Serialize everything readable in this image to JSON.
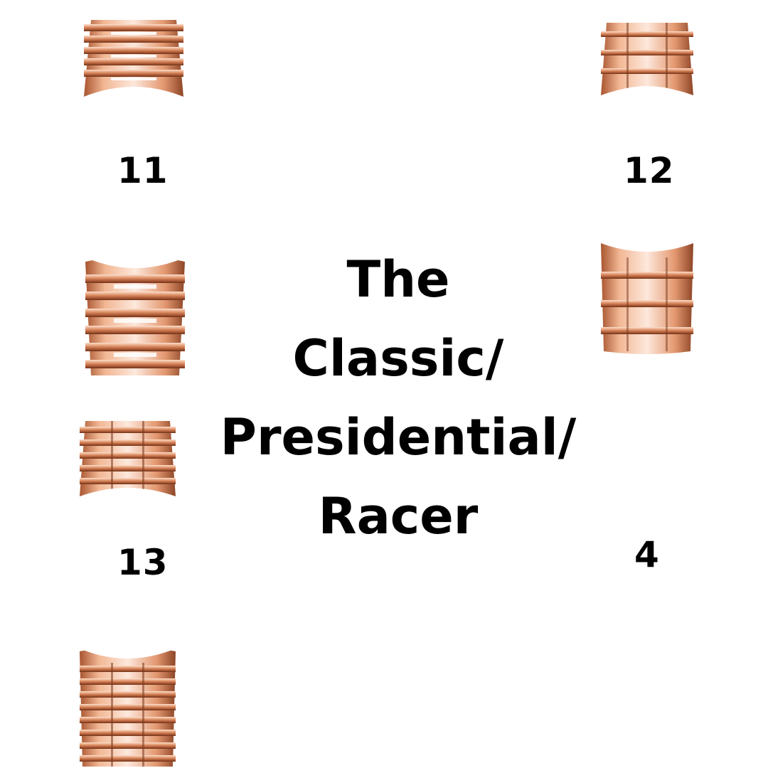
{
  "title_lines": [
    "The",
    "Classic/",
    "Presidential/",
    "Racer"
  ],
  "labels": {
    "n11": "11",
    "n12": "12",
    "n13": "13",
    "n4": "4"
  },
  "colors": {
    "background": "#ffffff",
    "text": "#000000",
    "metal_dark": "#7a3a1e",
    "metal_mid": "#c9764e",
    "metal_light": "#fbe1d0"
  },
  "images": [
    "rose-gold-presidential-bracelet",
    "rose-gold-oyster-bracelet",
    "rose-gold-presidential-bracelet",
    "rose-gold-racer-bracelet",
    "rose-gold-jubilee-bracelet",
    "rose-gold-jubilee-bracelet"
  ]
}
